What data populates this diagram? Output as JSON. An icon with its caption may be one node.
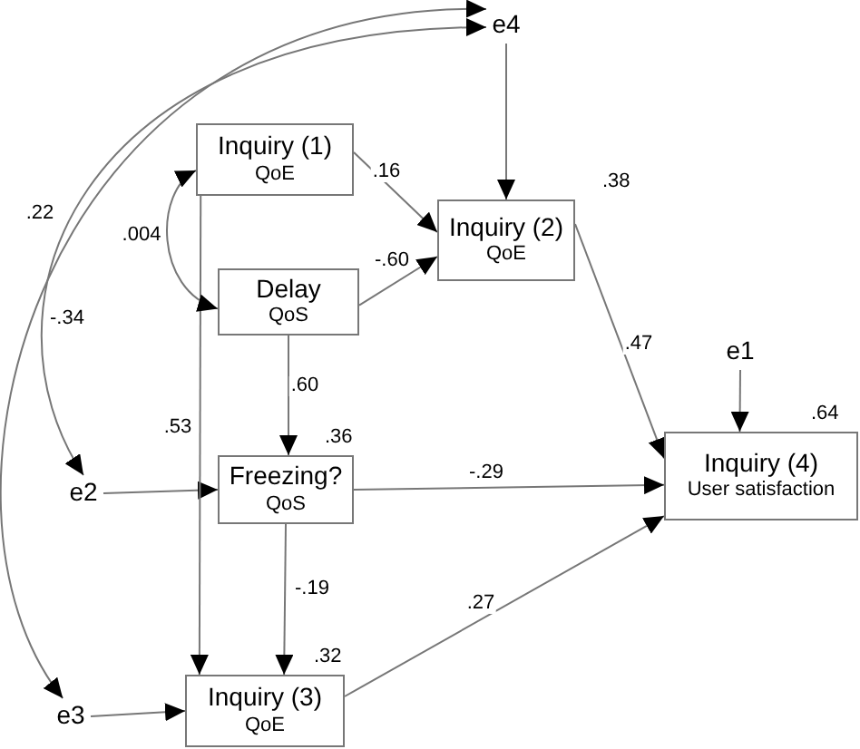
{
  "diagram": {
    "nodes": [
      {
        "text": [
          "Inquiry (1)",
          "QoE"
        ]
      },
      {
        "text": [
          "Delay",
          "QoS"
        ]
      },
      {
        "text": [
          "Inquiry (2)",
          "QoE"
        ],
        "beside": [
          ".38"
        ]
      },
      {
        "text": [
          "Freezing?",
          "QoS"
        ],
        "beside": [
          ".36"
        ]
      },
      {
        "text": [
          "Inquiry (3)",
          "QoE"
        ],
        "beside": [
          ".32"
        ]
      },
      {
        "text": [
          "Inquiry (4)",
          "User satisfaction"
        ],
        "beside": [
          ".64"
        ]
      },
      {
        "text": [
          "e4"
        ]
      },
      {
        "text": [
          "e1"
        ]
      },
      {
        "text": [
          "e2"
        ]
      },
      {
        "text": [
          "e3"
        ]
      }
    ],
    "edges": [
      {
        "from": 0,
        "to": 2,
        "arrow": "to",
        "label": ".16"
      },
      {
        "from": 1,
        "to": 2,
        "arrow": "to",
        "label": "-.60"
      },
      {
        "from": 6,
        "to": 2,
        "arrow": "to"
      },
      {
        "from": 2,
        "to": 5,
        "arrow": "to",
        "label": ".47"
      },
      {
        "from": 7,
        "to": 5,
        "arrow": "to"
      },
      {
        "from": 1,
        "to": 3,
        "arrow": "to",
        "label": ".60"
      },
      {
        "from": 8,
        "to": 3,
        "arrow": "to"
      },
      {
        "from": 3,
        "to": 5,
        "arrow": "to",
        "label": "-.29"
      },
      {
        "from": 3,
        "to": 4,
        "arrow": "to",
        "label": "-.19"
      },
      {
        "from": 0,
        "to": 4,
        "arrow": "to",
        "label": ".53"
      },
      {
        "from": 9,
        "to": 4,
        "arrow": "to"
      },
      {
        "from": 4,
        "to": 5,
        "arrow": "to",
        "label": ".27"
      },
      {
        "from": 0,
        "to": 1,
        "arrow": "both",
        "label": ".004"
      },
      {
        "from": 9,
        "to": 6,
        "arrow": "both",
        "label": ".22"
      },
      {
        "from": 8,
        "to": 6,
        "arrow": "both",
        "label": "-.34"
      }
    ]
  }
}
